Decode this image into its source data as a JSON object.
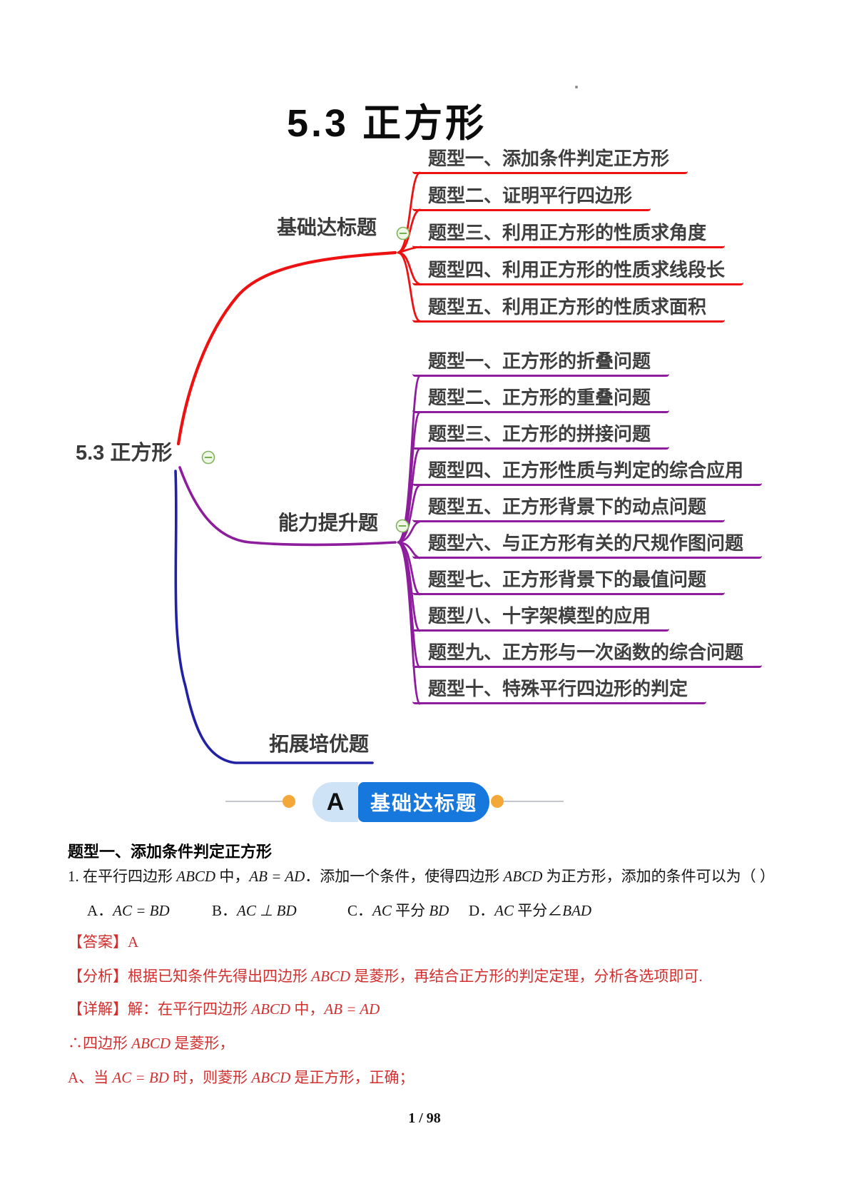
{
  "page": {
    "title": "5.3 正方形",
    "footer": "1 / 98"
  },
  "mindmap": {
    "root_label": "5.3 正方形",
    "branches": [
      {
        "label": "基础达标题",
        "color": "#ee1111",
        "items": [
          "题型一、添加条件判定正方形",
          "题型二、证明平行四边形",
          "题型三、利用正方形的性质求角度",
          "题型四、利用正方形的性质求线段长",
          "题型五、利用正方形的性质求面积"
        ]
      },
      {
        "label": "能力提升题",
        "color": "#8e1d9e",
        "items": [
          "题型一、正方形的折叠问题",
          "题型二、正方形的重叠问题",
          "题型三、正方形的拼接问题",
          "题型四、正方形性质与判定的综合应用",
          "题型五、正方形背景下的动点问题",
          "题型六、与正方形有关的尺规作图问题",
          "题型七、正方形背景下的最值问题",
          "题型八、十字架模型的应用",
          "题型九、正方形与一次函数的综合问题",
          "题型十、特殊平行四边形的判定"
        ]
      },
      {
        "label": "拓展培优题",
        "color": "#2121a6",
        "items": []
      }
    ]
  },
  "badge": {
    "letter": "A",
    "label": "基础达标题",
    "pill_color": "#1677dd",
    "dot_color": "#f4a83a"
  },
  "content": {
    "heading": "题型一、添加条件判定正方形",
    "question_parts": [
      "1. 在平行四边形 ",
      "ABCD",
      " 中，",
      "AB = AD",
      "．添加一个条件，使得四边形 ",
      "ABCD",
      " 为正方形，添加的条件可以为（  ）"
    ],
    "options": [
      {
        "parts": [
          "A．",
          "AC = BD"
        ]
      },
      {
        "parts": [
          "B．",
          "AC ⊥ BD"
        ]
      },
      {
        "parts": [
          "C．",
          "AC",
          " 平分 ",
          "BD"
        ]
      },
      {
        "parts": [
          "D．",
          "AC",
          " 平分∠",
          "BAD"
        ]
      }
    ],
    "answer_label": "【答案】",
    "answer": "A",
    "analysis_label": "【分析】",
    "analysis_parts": [
      "根据已知条件先得出四边形 ",
      "ABCD",
      " 是菱形，再结合正方形的判定定理，分析各选项即可."
    ],
    "detail_label": "【详解】",
    "detail_parts": [
      "解：在平行四边形 ",
      "ABCD",
      " 中，",
      "AB = AD"
    ],
    "conclusion_parts": [
      "∴四边形 ",
      "ABCD",
      " 是菱形，"
    ],
    "optionA_parts": [
      "A、当 ",
      "AC = BD",
      " 时，则菱形 ",
      "ABCD",
      " 是正方形，正确；"
    ],
    "answer_text_color": "#d22f2f"
  }
}
